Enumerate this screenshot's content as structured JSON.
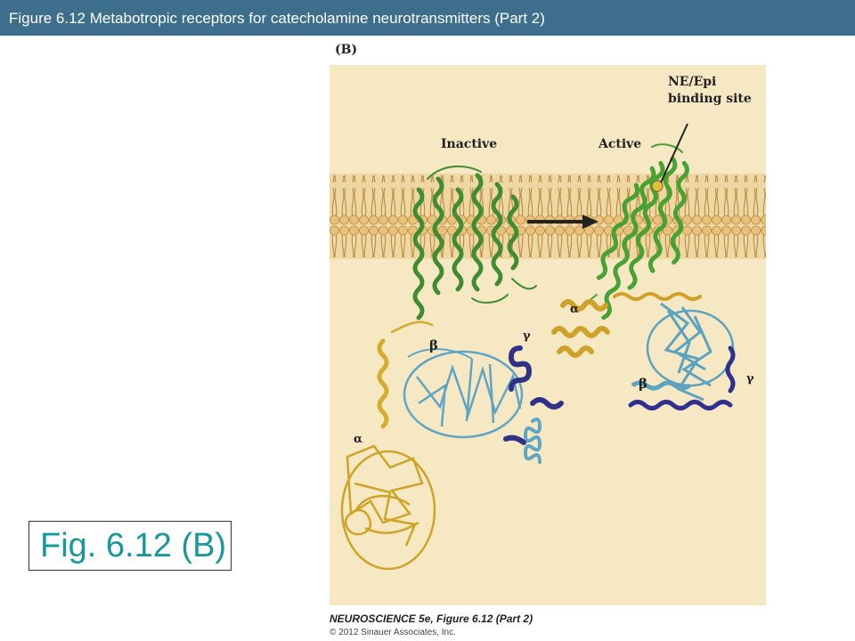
{
  "header": {
    "title": "Figure 6.12  Metabotropic receptors for catecholamine neurotransmitters (Part 2)"
  },
  "figure": {
    "panel_label": "(B)",
    "labels": {
      "inactive": "Inactive",
      "active": "Active",
      "binding_site_line1": "NE/Epi",
      "binding_site_line2": "binding site",
      "alpha": "α",
      "beta": "β",
      "gamma": "γ"
    },
    "colors": {
      "background": "#f7e8c4",
      "membrane": "#e7c585",
      "receptor": "#4e9a3c",
      "g_alpha": "#d6ac2a",
      "g_beta": "#5ea6c4",
      "g_gamma": "#30307e"
    }
  },
  "callout": {
    "label": "Fig. 6.12 (B)"
  },
  "credits": {
    "line1": "NEUROSCIENCE 5e, Figure 6.12 (Part 2)",
    "line2": "© 2012 Sinauer Associates, Inc."
  }
}
